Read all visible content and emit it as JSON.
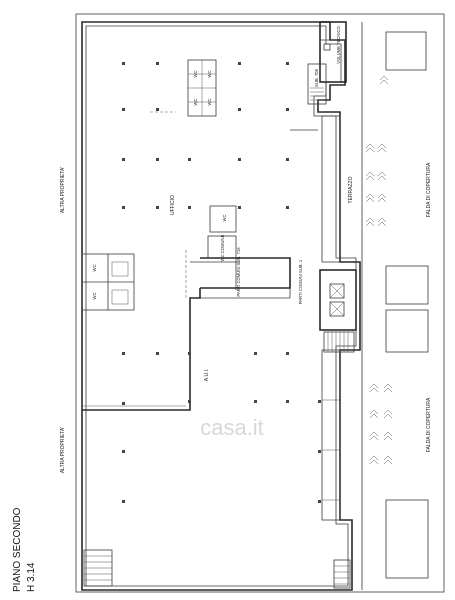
{
  "title": "PIANO SECONDO",
  "height_label": "H 3.14",
  "labels": {
    "altra_proprieta": "ALTRA PROPRIETA'",
    "ufficio": "UFFICIO",
    "aui": "A.U.I.",
    "terrazzo": "TERRAZZO",
    "falda": "FALDA DI COPERTURA",
    "volume_tecnico": "VOLUME TECNICO",
    "sub_708": "SUB. 708",
    "parti_comuni_sub1": "PARTI COMUNI SUB. 1",
    "parti_comuni_sub715": "PARTI COMUNI SUB. 715",
    "wc": "WC",
    "wc_comune": "WC COMUNE"
  },
  "watermark": "casa.it"
}
